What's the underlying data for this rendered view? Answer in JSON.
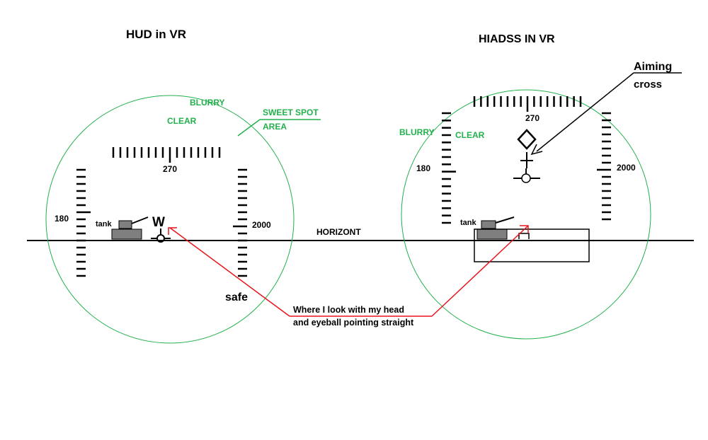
{
  "left": {
    "title": "HUD in VR",
    "blurry_label": "BLURRY",
    "clear_label": "CLEAR",
    "heading_value": "270",
    "left_scale_value": "180",
    "right_scale_value": "2000",
    "target_label": "tank",
    "pitch_marker_label": "W",
    "safe_label": "safe"
  },
  "right": {
    "title": "HIADSS IN VR",
    "blurry_label": "BLURRY",
    "clear_label": "CLEAR",
    "heading_value": "270",
    "left_scale_value": "180",
    "right_scale_value": "2000",
    "target_label": "tank"
  },
  "annotations": {
    "sweet_spot_line1": "SWEET SPOT",
    "sweet_spot_line2": "AREA",
    "horizon_label": "HORIZONT",
    "aiming_line1": "Aiming",
    "aiming_line2": "cross",
    "gaze_line1": "Where I look with my head",
    "gaze_line2": "and eyeball pointing straight"
  },
  "colors": {
    "sweet_spot": "#22b14c",
    "gaze_arrow": "#e8141c",
    "ink": "#000000",
    "tank_fill": "#7f7f7f"
  }
}
